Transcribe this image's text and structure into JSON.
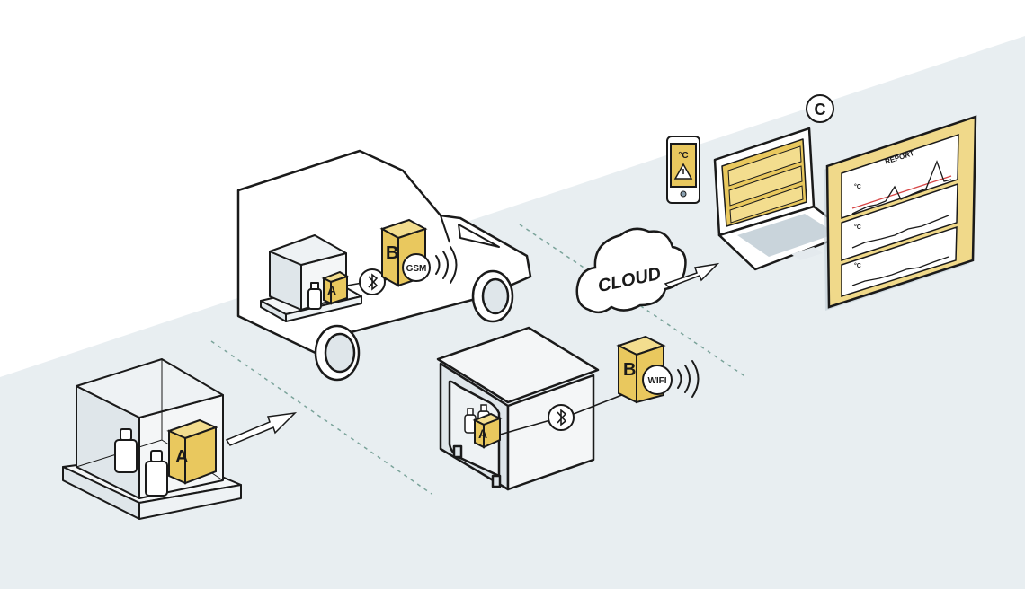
{
  "labels": {
    "sensor_a": "A",
    "gateway_b": "B",
    "dashboard_c": "C",
    "gsm": "GSM",
    "wifi": "WIFI",
    "cloud": "CLOUD",
    "report": "REPORT",
    "celsius": "°C"
  },
  "colors": {
    "background_band": "#e8eef1",
    "device_yellow": "#e9c85e",
    "report_yellow": "#f0d98a",
    "alert_red": "#d64545",
    "outline": "#1a1a1a",
    "dashed_divider": "#7aa39a"
  },
  "icons": [
    "bluetooth-icon",
    "signal-waves-icon",
    "warning-icon",
    "medicine-bottle-icon",
    "arrow-icon"
  ]
}
